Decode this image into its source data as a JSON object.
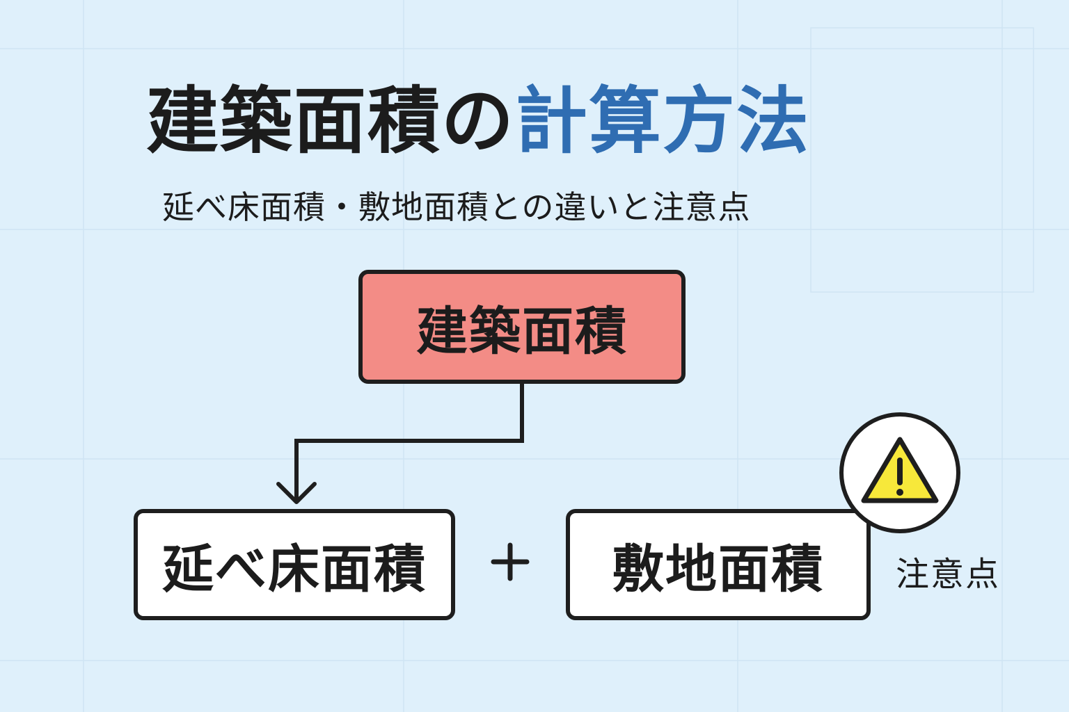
{
  "title": {
    "main": "建築面積の",
    "accent": "計算方法"
  },
  "subtitle": "延べ床面積・敷地面積との違いと注意点",
  "diagram": {
    "top_box": "建築面積",
    "left_box": "延べ床面積",
    "operator": "+",
    "right_box": "敷地面積",
    "note": "注意点"
  },
  "colors": {
    "background": "#dff0fb",
    "accent_text": "#2f6db2",
    "top_box_fill": "#f38c86",
    "box_fill": "#ffffff",
    "warning_fill": "#f7e83a"
  },
  "icons": {
    "warning": "warning-triangle-icon",
    "plus": "plus-icon",
    "arrow": "arrow-down-icon"
  }
}
